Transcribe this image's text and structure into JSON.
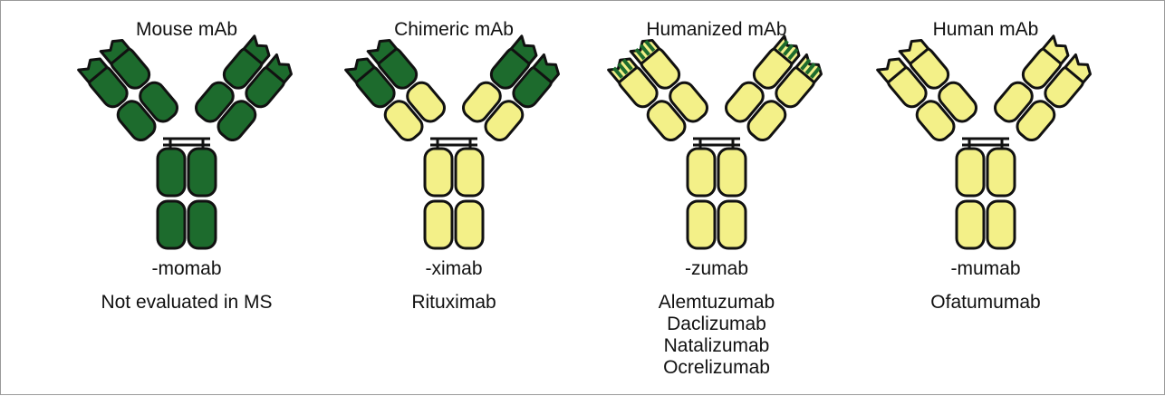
{
  "colors": {
    "mouse": "#1d6b2d",
    "human": "#f3f088",
    "outline": "#111111"
  },
  "panels": [
    {
      "title": "Mouse mAb",
      "suffix": "-momab",
      "examples": [
        "Not evaluated in MS"
      ],
      "fab_variable": "mouse",
      "fab_constant": "mouse",
      "stem": "mouse",
      "cdr_stripes": false
    },
    {
      "title": "Chimeric mAb",
      "suffix": "-ximab",
      "examples": [
        "Rituximab"
      ],
      "fab_variable": "mouse",
      "fab_constant": "human",
      "stem": "human",
      "cdr_stripes": false
    },
    {
      "title": "Humanized mAb",
      "suffix": "-zumab",
      "examples": [
        "Alemtuzumab",
        "Daclizumab",
        "Natalizumab",
        "Ocrelizumab"
      ],
      "fab_variable": "human",
      "fab_constant": "human",
      "stem": "human",
      "cdr_stripes": true
    },
    {
      "title": "Human mAb",
      "suffix": "-mumab",
      "examples": [
        "Ofatumumab"
      ],
      "fab_variable": "human",
      "fab_constant": "human",
      "stem": "human",
      "cdr_stripes": false
    }
  ]
}
